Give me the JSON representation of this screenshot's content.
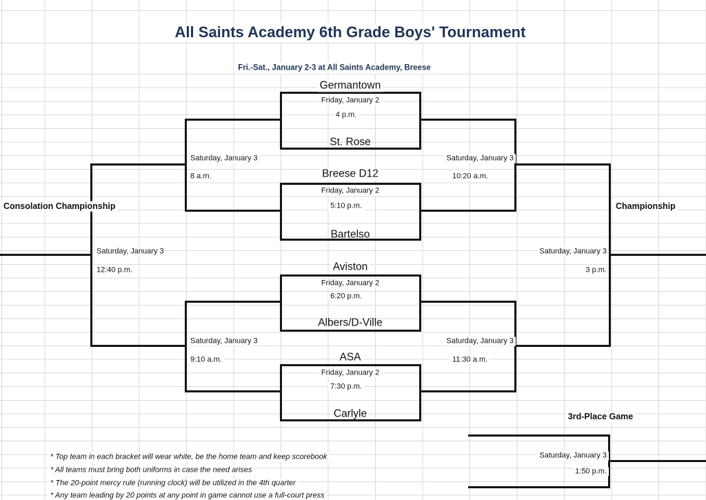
{
  "page": {
    "title": "All Saints Academy 6th Grade Boys' Tournament",
    "subtitle": "Fri.-Sat., January 2-3 at All Saints Academy, Breese"
  },
  "round1_games": [
    {
      "top_team": "Germantown",
      "bottom_team": "St. Rose",
      "date": "Friday, January 2",
      "time": "4 p.m."
    },
    {
      "top_team": "Breese D12",
      "bottom_team": "Bartelso",
      "date": "Friday, January 2",
      "time": "5:10 p.m."
    },
    {
      "top_team": "Aviston",
      "bottom_team": "Albers/D-Ville",
      "date": "Friday, January 2",
      "time": "6:20 p.m."
    },
    {
      "top_team": "ASA",
      "bottom_team": "Carlyle",
      "date": "Friday, January 2",
      "time": "7:30 p.m."
    }
  ],
  "consolation": {
    "semifinals": [
      {
        "date": "Saturday, January 3",
        "time": "8 a.m."
      },
      {
        "date": "Saturday, January 3",
        "time": "9:10 a.m."
      }
    ],
    "final": {
      "label": "Consolation Championship",
      "date": "Saturday, January 3",
      "time": "12:40 p.m."
    }
  },
  "championship": {
    "semifinals": [
      {
        "date": "Saturday, January 3",
        "time": "10:20 a.m."
      },
      {
        "date": "Saturday, January 3",
        "time": "11:30 a.m."
      }
    ],
    "final": {
      "label": "Championship",
      "date": "Saturday, January 3",
      "time": "3 p.m."
    }
  },
  "third_place": {
    "label": "3rd-Place Game",
    "date": "Saturday, January 3",
    "time": "1:50 p.m."
  },
  "notes": [
    "* Top team in each bracket will wear white, be the home team and keep scorebook",
    "* All teams must bring both uniforms in case the need arises",
    "* The 20-point mercy rule (running clock) will be utilized in the 4th quarter",
    "* Any team leading by 20 points at any point in game cannot use a full-court press"
  ],
  "colors": {
    "title_text": "#1f3456",
    "bracket_lines": "#161616",
    "gridlines": "#dadada"
  }
}
